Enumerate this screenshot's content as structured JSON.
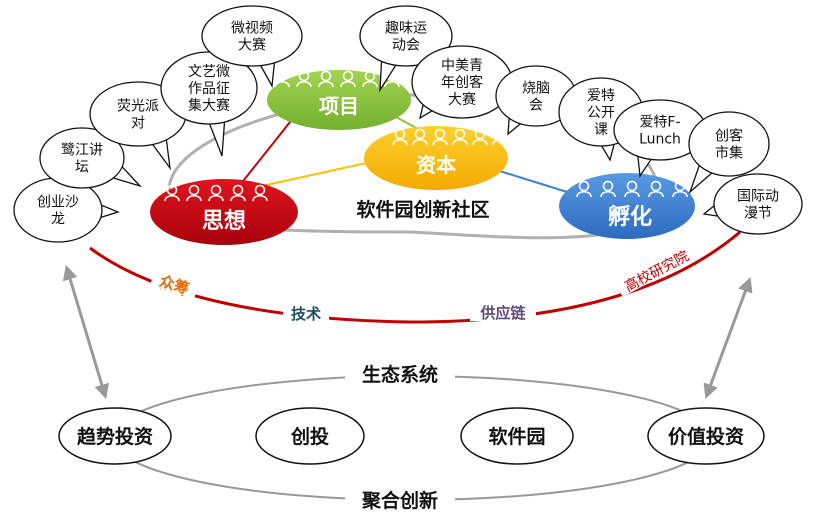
{
  "community": {
    "title": "软件园创新社区",
    "nodes": {
      "thought": {
        "label": "思想",
        "color": "#c0000f"
      },
      "project": {
        "label": "项目",
        "color": "#8bc53f"
      },
      "capital": {
        "label": "资本",
        "color": "#ffc000"
      },
      "incubate": {
        "label": "孵化",
        "color": "#3d7fd1"
      }
    },
    "arc_labels": {
      "crowdfunding": "众筹",
      "tech": "技术",
      "supply_chain": "供应链",
      "universities": "高校研究院"
    }
  },
  "bubbles": {
    "salon": [
      "创业沙",
      "龙"
    ],
    "forum": [
      "鹭江讲",
      "坛"
    ],
    "firefly": [
      "荧光派",
      "对"
    ],
    "literary": [
      "文艺微",
      "作品征",
      "集大赛"
    ],
    "micro_video": [
      "微视频",
      "大赛"
    ],
    "fun_games": [
      "趣味运",
      "动会"
    ],
    "sino_us": [
      "中美青",
      "年创客",
      "大赛"
    ],
    "brain": [
      "烧脑",
      "会"
    ],
    "aite_class": [
      "爱特",
      "公开",
      "课"
    ],
    "aite_lunch": [
      "爱特F-",
      "Lunch"
    ],
    "maker_market": [
      "创客",
      "市集"
    ],
    "anime": [
      "国际动",
      "漫节"
    ]
  },
  "ecosystem": {
    "top_label": "生态系统",
    "bottom_label": "聚合创新",
    "items": {
      "trend": "趋势投资",
      "venture": "创投",
      "park": "软件园",
      "value": "价值投资"
    }
  }
}
